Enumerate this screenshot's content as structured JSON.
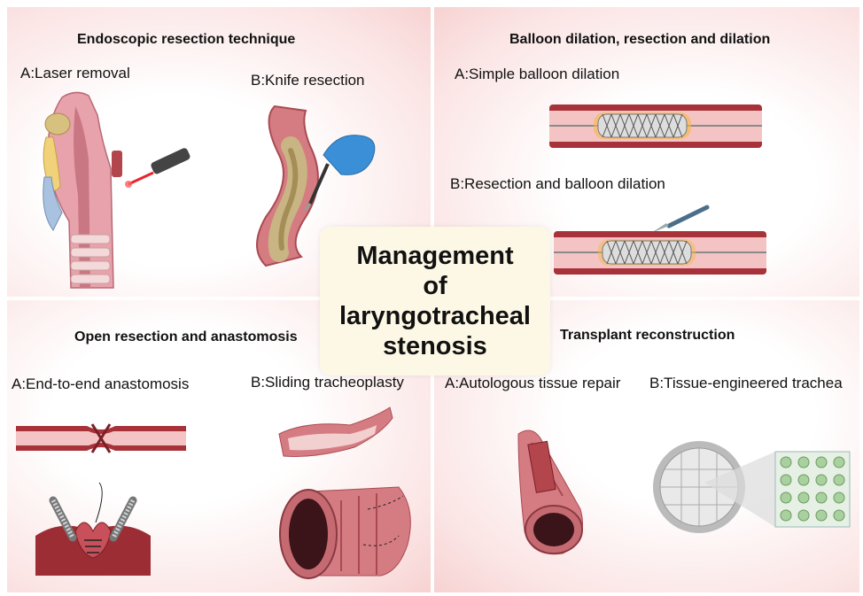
{
  "center": {
    "lines": [
      "Management",
      "of",
      "laryngotracheal",
      "stenosis"
    ]
  },
  "quadrants": {
    "endoscopic": {
      "title": "Endoscopic resection technique",
      "a_label": "A:Laser removal",
      "b_label": "B:Knife resection"
    },
    "balloon": {
      "title": "Balloon dilation, resection and dilation",
      "a_label": "A:Simple balloon dilation",
      "b_label": "B:Resection and balloon dilation"
    },
    "open": {
      "title": "Open resection and anastomosis",
      "a_label": "A:End-to-end anastomosis",
      "b_label": "B:Sliding tracheoplasty"
    },
    "transplant": {
      "title": "Transplant reconstruction",
      "a_label": "A:Autologous tissue repair",
      "b_label": "B:Tissue-engineered trachea"
    }
  },
  "colors": {
    "quadrant_tint": "#f7d2d2",
    "center_box": "#fdf8e6",
    "vessel_red": "#a8323a",
    "glove_blue": "#3b8fd6",
    "cartilage_tan": "#d9c490"
  }
}
